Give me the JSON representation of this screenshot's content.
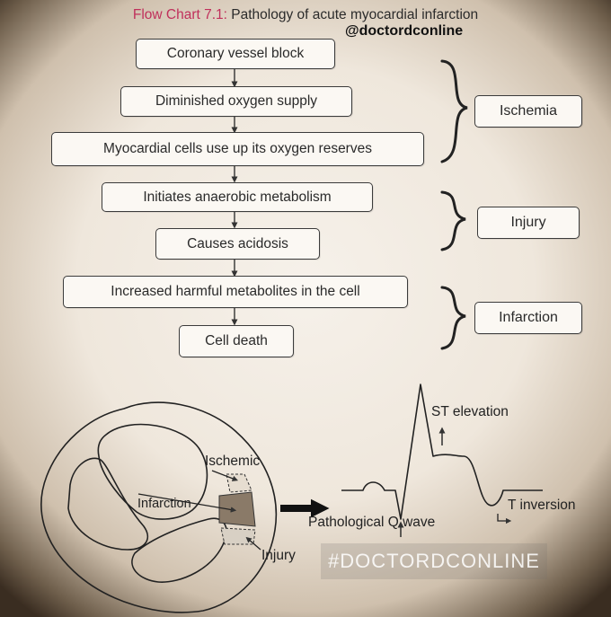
{
  "title": {
    "prefix": "Flow Chart 7.1:",
    "text": "Pathology of acute myocardial infarction"
  },
  "handle": "@doctordconline",
  "flow": [
    "Coronary vessel block",
    "Diminished oxygen supply",
    "Myocardial cells use up its oxygen reserves",
    "Initiates anaerobic metabolism",
    "Causes acidosis",
    "Increased harmful metabolites in the cell",
    "Cell death"
  ],
  "groups": [
    "Ischemia",
    "Injury",
    "Infarction"
  ],
  "heart_labels": {
    "ischemic": "Ischemic",
    "infarction": "Infarction",
    "injury": "Injury"
  },
  "ecg_labels": {
    "st_elevation": "ST elevation",
    "q_wave": "Pathological Q wave",
    "t_inversion": "T inversion"
  },
  "watermark": "#DOCTORDCONLINE",
  "colors": {
    "title_accent": "#c0305b",
    "box_fill": "#fbf8f3",
    "ink": "#2a2a2a"
  }
}
